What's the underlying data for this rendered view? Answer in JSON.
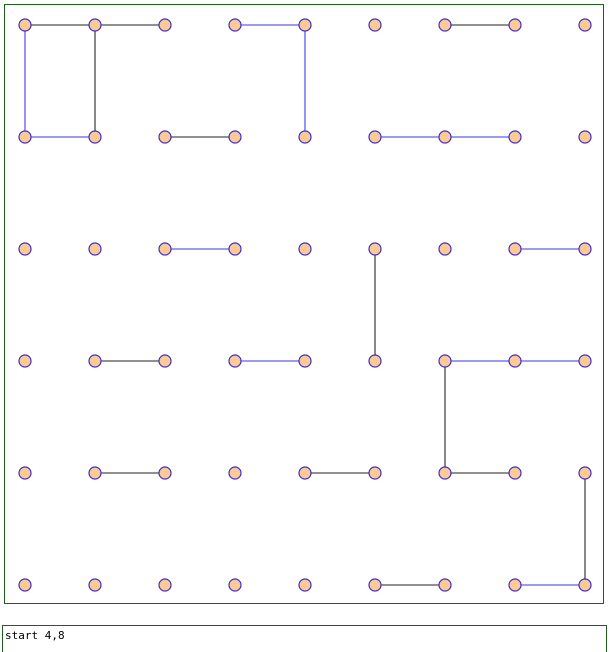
{
  "board": {
    "cols": 9,
    "rows": 6,
    "dot_fill": "#fccb93",
    "dot_stroke": "#3a2bd6",
    "line_colors": {
      "player1": "#7a7af0",
      "player2": "#6b6b6b"
    },
    "lines": [
      {
        "from": [
          0,
          0
        ],
        "to": [
          1,
          0
        ],
        "owner": "player2"
      },
      {
        "from": [
          1,
          0
        ],
        "to": [
          2,
          0
        ],
        "owner": "player2"
      },
      {
        "from": [
          3,
          0
        ],
        "to": [
          4,
          0
        ],
        "owner": "player1"
      },
      {
        "from": [
          6,
          0
        ],
        "to": [
          7,
          0
        ],
        "owner": "player2"
      },
      {
        "from": [
          0,
          0
        ],
        "to": [
          0,
          1
        ],
        "owner": "player1"
      },
      {
        "from": [
          1,
          0
        ],
        "to": [
          1,
          1
        ],
        "owner": "player2"
      },
      {
        "from": [
          4,
          0
        ],
        "to": [
          4,
          1
        ],
        "owner": "player1"
      },
      {
        "from": [
          0,
          1
        ],
        "to": [
          1,
          1
        ],
        "owner": "player1"
      },
      {
        "from": [
          2,
          1
        ],
        "to": [
          3,
          1
        ],
        "owner": "player2"
      },
      {
        "from": [
          5,
          1
        ],
        "to": [
          6,
          1
        ],
        "owner": "player1"
      },
      {
        "from": [
          6,
          1
        ],
        "to": [
          7,
          1
        ],
        "owner": "player1"
      },
      {
        "from": [
          2,
          2
        ],
        "to": [
          3,
          2
        ],
        "owner": "player1"
      },
      {
        "from": [
          7,
          2
        ],
        "to": [
          8,
          2
        ],
        "owner": "player1"
      },
      {
        "from": [
          5,
          2
        ],
        "to": [
          5,
          3
        ],
        "owner": "player2"
      },
      {
        "from": [
          1,
          3
        ],
        "to": [
          2,
          3
        ],
        "owner": "player2"
      },
      {
        "from": [
          3,
          3
        ],
        "to": [
          4,
          3
        ],
        "owner": "player1"
      },
      {
        "from": [
          6,
          3
        ],
        "to": [
          7,
          3
        ],
        "owner": "player1"
      },
      {
        "from": [
          7,
          3
        ],
        "to": [
          8,
          3
        ],
        "owner": "player1"
      },
      {
        "from": [
          6,
          3
        ],
        "to": [
          6,
          4
        ],
        "owner": "player2"
      },
      {
        "from": [
          1,
          4
        ],
        "to": [
          2,
          4
        ],
        "owner": "player2"
      },
      {
        "from": [
          4,
          4
        ],
        "to": [
          5,
          4
        ],
        "owner": "player2"
      },
      {
        "from": [
          6,
          4
        ],
        "to": [
          7,
          4
        ],
        "owner": "player2"
      },
      {
        "from": [
          8,
          4
        ],
        "to": [
          8,
          5
        ],
        "owner": "player2"
      },
      {
        "from": [
          5,
          5
        ],
        "to": [
          6,
          5
        ],
        "owner": "player2"
      },
      {
        "from": [
          7,
          5
        ],
        "to": [
          8,
          5
        ],
        "owner": "player1"
      }
    ]
  },
  "status": {
    "text": "start 4,8"
  }
}
